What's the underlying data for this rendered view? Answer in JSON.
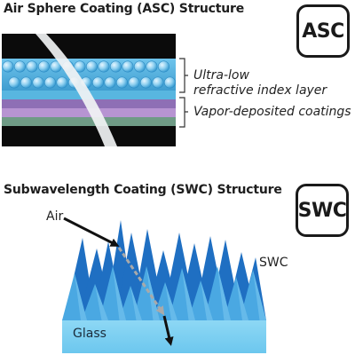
{
  "asc": {
    "title": "Air Sphere Coating (ASC) Structure",
    "badge": "ASC",
    "label_layer_line1": "Ultra-low",
    "label_layer_line2": "refractive index layer",
    "label_vapor": "Vapor-deposited coatings"
  },
  "swc": {
    "title": "Subwavelength Coating (SWC) Structure",
    "badge": "SWC",
    "label_air": "Air",
    "label_swc": "SWC",
    "label_glass": "Glass"
  },
  "colors": {
    "background_dark": "#0b0b0b",
    "sphere_layer": "#5ab8e6",
    "purple_layer": "#a783c6",
    "green_layer": "#6e9a83",
    "glass": "#7fd0f2",
    "spike_dark": "#1f6fc2",
    "spike_light": "#4aa8e2"
  }
}
